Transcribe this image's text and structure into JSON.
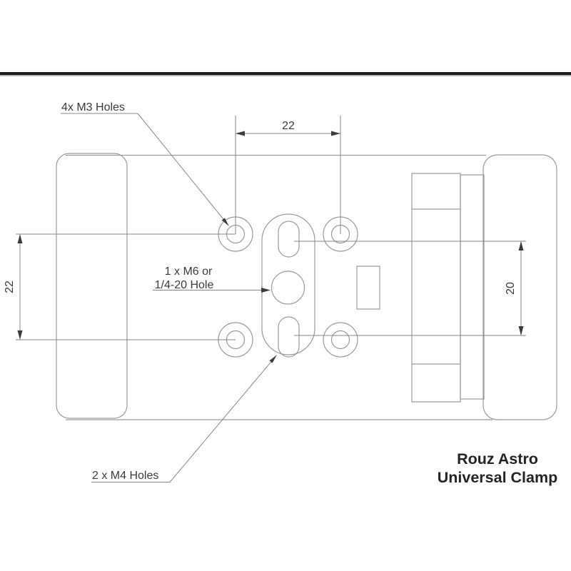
{
  "drawing": {
    "callouts": {
      "m3_label": "4x M3 Holes",
      "m6_label_line1": "1 x M6 or",
      "m6_label_line2": "1/4-20 Hole",
      "m4_label": "2 x M4 Holes"
    },
    "dimensions": {
      "top_width_mm": "22",
      "left_height_mm": "22",
      "right_height_mm": "20"
    },
    "title_block": {
      "line1": "Rouz Astro",
      "line2": "Universal Clamp"
    },
    "colors": {
      "background": "#ffffff",
      "outline_gray": "#9a9a9a",
      "dimension_gray": "#878787",
      "arrow": "#3c3c3c",
      "label_text": "#3a3a3a",
      "title_text": "#242424",
      "top_rule": "#1b1b1b"
    }
  }
}
